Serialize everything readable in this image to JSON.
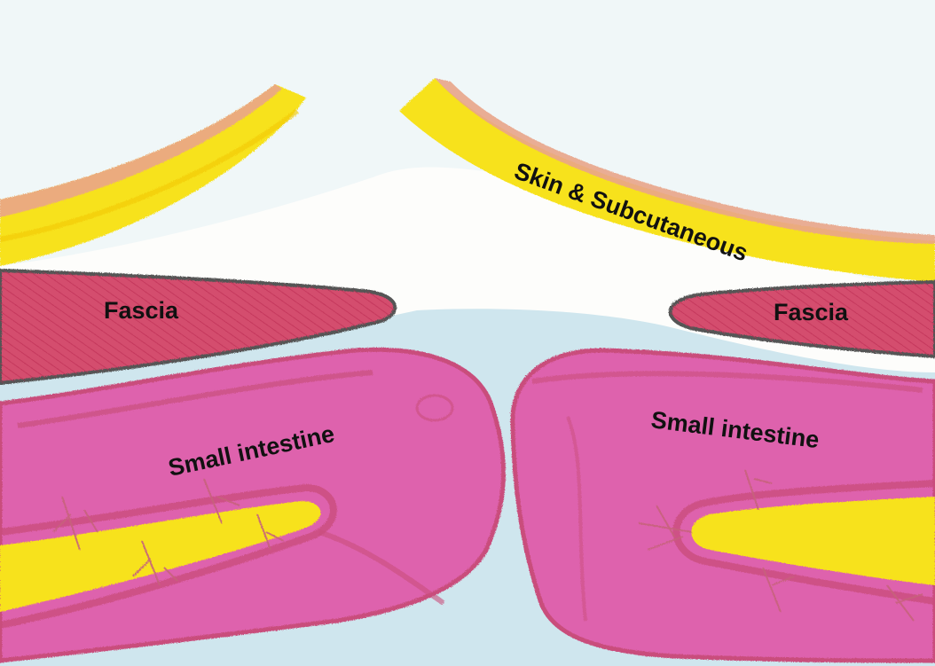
{
  "labels": {
    "skin": "Skin & Subcutaneous",
    "fascia_left": "Fascia",
    "fascia_right": "Fascia",
    "intestine_left": "Small intestine",
    "intestine_right": "Small intestine"
  },
  "colors": {
    "background": "#fdfdfb",
    "fluid": "#cfe6ee",
    "skin_outer": "#e9a58a",
    "subcutaneous_fat": "#f7e21c",
    "fascia": "#d44d6e",
    "fascia_edge": "#555555",
    "intestine": "#de62ad",
    "intestine_edge": "#c94e7c",
    "mesentery_vessel": "#c7627c"
  }
}
